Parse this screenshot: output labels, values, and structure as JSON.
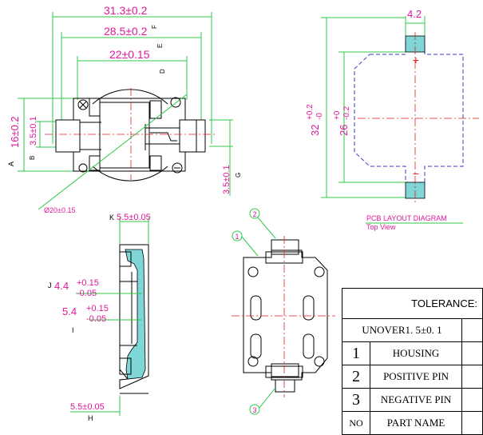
{
  "top_view": {
    "dim_overall_length": "31.3±0.2",
    "dim_housing_length": "28.5±0.2",
    "dim_center_span": "22±0.15",
    "dim_height": "16±0.2",
    "dim_pin_width": "3.5±0.1",
    "dim_pin_width_right": "3.5±0.1",
    "dim_diameter": "Ø20±0.15",
    "ref_a": "A",
    "ref_b": "B",
    "ref_d": "D",
    "ref_e": "E",
    "ref_f": "F",
    "ref_g": "G"
  },
  "pcb_layout": {
    "dim_pad_width": "4.2",
    "dim_total": "32+0.2\n-0",
    "dim_total_main": "32",
    "dim_total_tol_plus": "+0.2",
    "dim_total_tol_minus": "-0",
    "dim_inner_main": "26",
    "dim_inner_tol_plus": "+0",
    "dim_inner_tol_minus": "-0.2",
    "plus_mark": "+",
    "minus_mark": "−",
    "title": "PCB LAYOUT DIAGRAM",
    "subtitle": "Top View"
  },
  "side_view": {
    "dim_top_width": "5.5±0.05",
    "dim_bottom_width": "5.5±0.05",
    "dim_j_main": "4.4",
    "dim_j_tol_plus": "+0.15",
    "dim_j_tol_minus": "-0.05",
    "dim_i_main": "5.4",
    "dim_i_tol_plus": "+0.15",
    "dim_i_tol_minus": "-0.05",
    "ref_k": "K",
    "ref_j": "J",
    "ref_i": "I",
    "ref_h": "H"
  },
  "callouts": [
    "1",
    "2",
    "3"
  ],
  "table": {
    "header": "TOLERANCE:",
    "unover": "UNOVER1. 5±0. 1",
    "rows": [
      {
        "no": "1",
        "name": "HOUSING"
      },
      {
        "no": "2",
        "name": "POSITIVE PIN"
      },
      {
        "no": "3",
        "name": "NEGATIVE PIN"
      }
    ],
    "footer_no": "NO",
    "footer_name": "PART NAME"
  }
}
